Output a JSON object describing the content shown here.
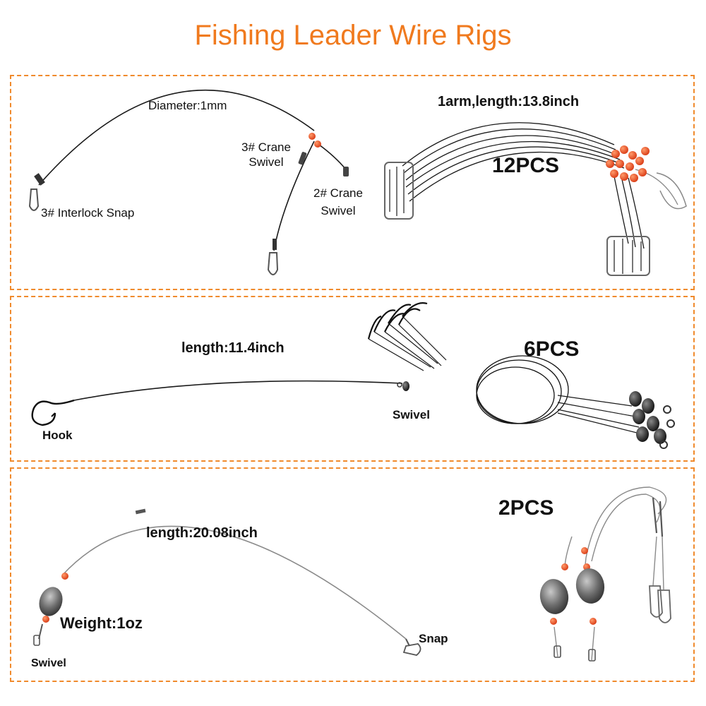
{
  "title": "Fishing Leader Wire Rigs",
  "colors": {
    "accent": "#f07a1e",
    "border": "#f08a2c",
    "bead": "#e0451f",
    "wire": "#1a1a1a",
    "steel": "#8a8a8a"
  },
  "panel1": {
    "diameter": "Diameter:1mm",
    "crane3": "3# Crane\nSwivel",
    "crane2": "2# Crane\nSwivel",
    "snap": "3# Interlock Snap",
    "arm_length": "1arm,length:13.8inch",
    "count": "12PCS"
  },
  "panel2": {
    "length": "length:11.4inch",
    "hook": "Hook",
    "swivel": "Swivel",
    "count": "6PCS"
  },
  "panel3": {
    "length": "length:20.08inch",
    "weight": "Weight:1oz",
    "swivel": "Swivel",
    "snap": "Snap",
    "count": "2PCS"
  }
}
